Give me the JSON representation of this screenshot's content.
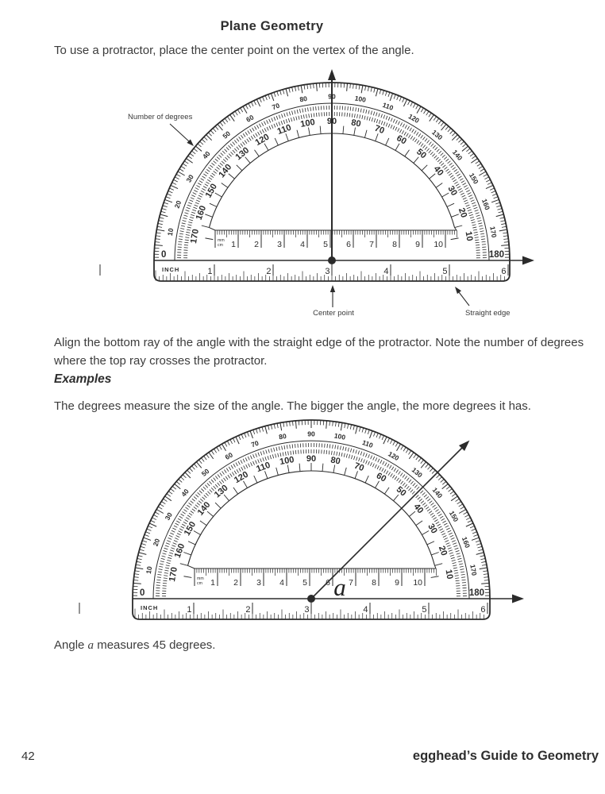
{
  "page": {
    "title": "Plane Geometry",
    "intro": "To use a protractor, place the center point on the vertex of the angle.",
    "align_text": "Align the bottom ray of the angle with the straight edge of the protractor. Note the number of degrees where the top ray crosses the protractor.",
    "examples_heading": "Examples",
    "degrees_text": "The degrees measure the size of the angle. The bigger the angle, the more degrees it has.",
    "caption_pre": "Angle ",
    "caption_var": "a",
    "caption_post": " measures 45 degrees.",
    "footer_page_number": "42",
    "footer_book_title": "egghead’s Guide to Geometry"
  },
  "diagram1": {
    "ray_degrees": 90,
    "label_number_of_degrees": "Number of degrees",
    "label_center_point": "Center point",
    "label_straight_edge": "Straight edge"
  },
  "diagram2": {
    "angle_label": "a",
    "angle_degrees": 45
  },
  "protractor": {
    "outer_scale": {
      "start_label": "0",
      "end_label": "180",
      "labels": [
        10,
        20,
        30,
        40,
        50,
        60,
        70,
        80,
        90,
        100,
        110,
        120,
        130,
        140,
        150,
        160,
        170
      ]
    },
    "inner_scale": {
      "labels": [
        170,
        160,
        150,
        140,
        130,
        120,
        110,
        100,
        90,
        80,
        70,
        60,
        50,
        40,
        30,
        20,
        10
      ]
    },
    "cm_ruler": {
      "unit_top": "mm",
      "unit_bottom": "cm",
      "numbers": [
        1,
        2,
        3,
        4,
        5,
        6,
        7,
        8,
        9,
        10
      ]
    },
    "inch_ruler": {
      "label": "INCH",
      "numbers": [
        1,
        2,
        3,
        4,
        5,
        6
      ]
    }
  },
  "colors": {
    "ink": "#2b2b2b",
    "text": "#3c3c3c",
    "paper": "#ffffff"
  }
}
